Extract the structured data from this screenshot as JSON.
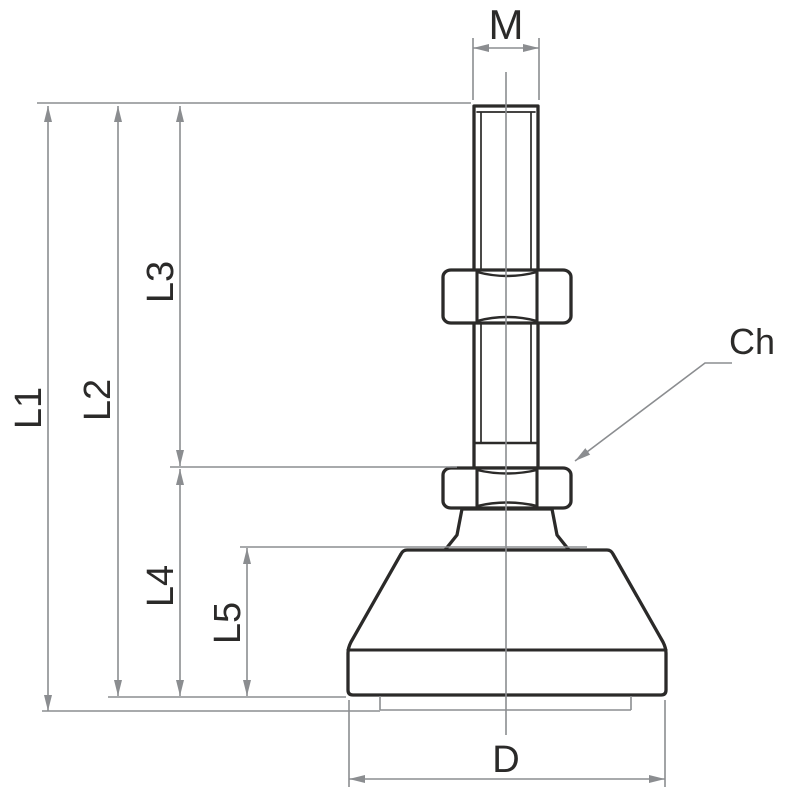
{
  "labels": {
    "thread": "M",
    "l1": "L1",
    "l2": "L2",
    "l3": "L3",
    "l4": "L4",
    "l5": "L5",
    "chamfer": "Ch",
    "base_diameter": "D"
  },
  "colors": {
    "part_outline": "#2b2a29",
    "dimension_lines": "#8b8d90",
    "label_text": "#2b2a29",
    "background": "#ffffff"
  }
}
